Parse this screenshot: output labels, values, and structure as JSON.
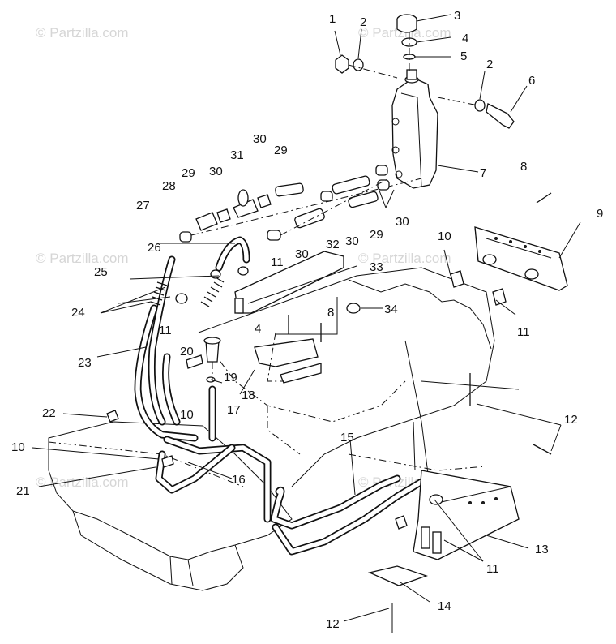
{
  "watermark": {
    "text": "© Partzilla.com",
    "color": "#d6d6d6"
  },
  "callouts": [
    {
      "id": "c1",
      "label": "1"
    },
    {
      "id": "c2a",
      "label": "2"
    },
    {
      "id": "c3",
      "label": "3"
    },
    {
      "id": "c4a",
      "label": "4"
    },
    {
      "id": "c5",
      "label": "5"
    },
    {
      "id": "c2b",
      "label": "2"
    },
    {
      "id": "c6",
      "label": "6"
    },
    {
      "id": "c7",
      "label": "7"
    },
    {
      "id": "c8a",
      "label": "8"
    },
    {
      "id": "c9",
      "label": "9"
    },
    {
      "id": "c30a",
      "label": "30"
    },
    {
      "id": "c29a",
      "label": "29"
    },
    {
      "id": "c31",
      "label": "31"
    },
    {
      "id": "c29b",
      "label": "29"
    },
    {
      "id": "c30b",
      "label": "30"
    },
    {
      "id": "c28",
      "label": "28"
    },
    {
      "id": "c27",
      "label": "27"
    },
    {
      "id": "c30c",
      "label": "30"
    },
    {
      "id": "c29c",
      "label": "29"
    },
    {
      "id": "c30d",
      "label": "30"
    },
    {
      "id": "c32",
      "label": "32"
    },
    {
      "id": "c30e",
      "label": "30"
    },
    {
      "id": "c26",
      "label": "26"
    },
    {
      "id": "c11a",
      "label": "11"
    },
    {
      "id": "c33",
      "label": "33"
    },
    {
      "id": "c10a",
      "label": "10"
    },
    {
      "id": "c25",
      "label": "25"
    },
    {
      "id": "c24",
      "label": "24"
    },
    {
      "id": "c11b",
      "label": "11"
    },
    {
      "id": "c4b",
      "label": "4"
    },
    {
      "id": "c8b",
      "label": "8"
    },
    {
      "id": "c34",
      "label": "34"
    },
    {
      "id": "c11c",
      "label": "11"
    },
    {
      "id": "c23",
      "label": "23"
    },
    {
      "id": "c20",
      "label": "20"
    },
    {
      "id": "c19",
      "label": "19"
    },
    {
      "id": "c18",
      "label": "18"
    },
    {
      "id": "c17",
      "label": "17"
    },
    {
      "id": "c12a",
      "label": "12"
    },
    {
      "id": "c22",
      "label": "22"
    },
    {
      "id": "c10b",
      "label": "10"
    },
    {
      "id": "c15",
      "label": "15"
    },
    {
      "id": "c10c",
      "label": "10"
    },
    {
      "id": "c16",
      "label": "16"
    },
    {
      "id": "c21",
      "label": "21"
    },
    {
      "id": "c13",
      "label": "13"
    },
    {
      "id": "c11d",
      "label": "11"
    },
    {
      "id": "c14",
      "label": "14"
    },
    {
      "id": "c12b",
      "label": "12"
    }
  ]
}
